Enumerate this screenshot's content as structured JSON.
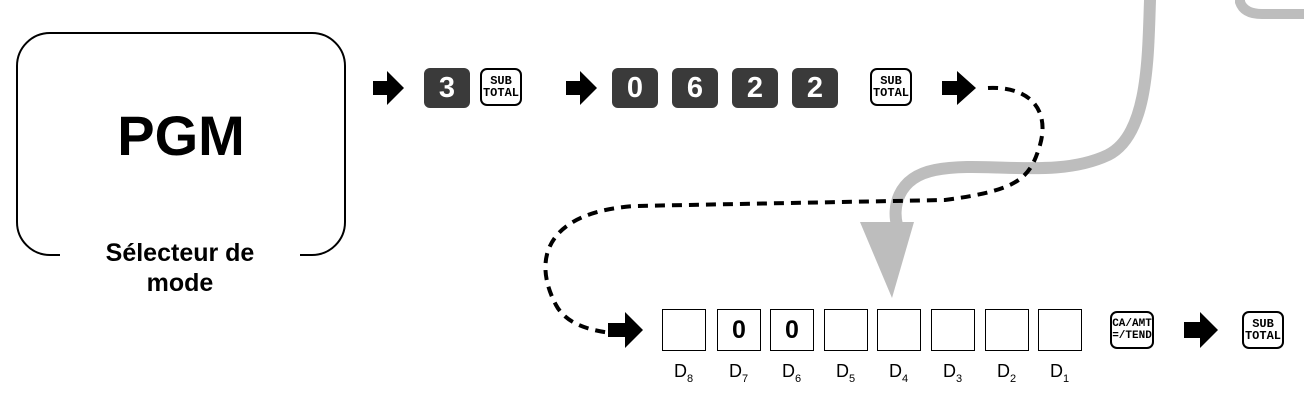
{
  "mode_selector": {
    "mode": "PGM",
    "label_line1": "Sélecteur de",
    "label_line2": "mode"
  },
  "sequence_row1": {
    "key1": "3",
    "key1_func": {
      "line1": "SUB",
      "line2": "TOTAL"
    },
    "digits": [
      "0",
      "6",
      "2",
      "2"
    ],
    "key2_func": {
      "line1": "SUB",
      "line2": "TOTAL"
    }
  },
  "digit_entry": {
    "boxes": [
      "",
      "0",
      "0",
      "",
      "",
      "",
      "",
      ""
    ],
    "labels": [
      {
        "letter": "D",
        "sub": "8"
      },
      {
        "letter": "D",
        "sub": "7"
      },
      {
        "letter": "D",
        "sub": "6"
      },
      {
        "letter": "D",
        "sub": "5"
      },
      {
        "letter": "D",
        "sub": "4"
      },
      {
        "letter": "D",
        "sub": "3"
      },
      {
        "letter": "D",
        "sub": "2"
      },
      {
        "letter": "D",
        "sub": "1"
      }
    ],
    "ca_amt_key": {
      "line1": "CA/AMT",
      "line2": "=/TEND"
    },
    "final_key": {
      "line1": "SUB",
      "line2": "TOTAL"
    }
  },
  "icons": {
    "arrow": "right-arrow-icon",
    "dashed_connector": "dashed-path-icon",
    "gray_pointer": "gray-curved-arrow-icon"
  },
  "colors": {
    "key_dark": "#3a3a3a",
    "gray_pointer": "#bdbdbd",
    "ink": "#000000"
  }
}
